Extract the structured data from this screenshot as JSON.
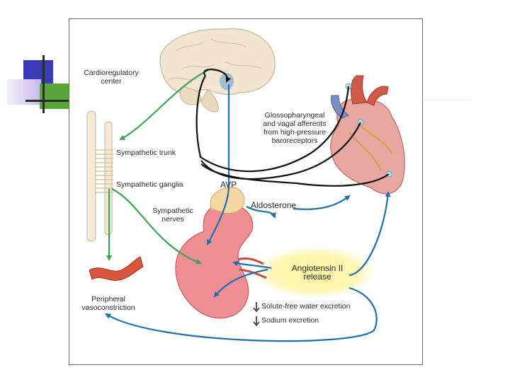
{
  "slide_colors": {
    "blue_square": "#3a3ab8",
    "lilac_square": "#cfc0ee",
    "green_square": "#5aa83a",
    "dark_line": "#2b2b2b",
    "arrow_green": "#3aa55a",
    "arrow_blue": "#1f6fb0",
    "arrow_black": "#111111"
  },
  "labels": {
    "cardioregulatory_center": "Cardioregulatory\ncenter",
    "glossopharyngeal": "Glossopharyngeal\nand vagal afferents\nfrom high-pressure\nbaroreceptors",
    "sympathetic_trunk": "Sympathetic trunk",
    "sympathetic_ganglia": "Sympathetic ganglia",
    "avp": "AVP",
    "aldosterone": "Aldosterone",
    "sympathetic_nerves": "Sympathetic\nnerves",
    "angiotensin": "Angiotensin II\nrelease",
    "peripheral": "Peripheral\nvasoconstriction",
    "solute_free": "Solute-free water excretion",
    "sodium": "Sodium excretion",
    "down_arrow": "↓"
  }
}
